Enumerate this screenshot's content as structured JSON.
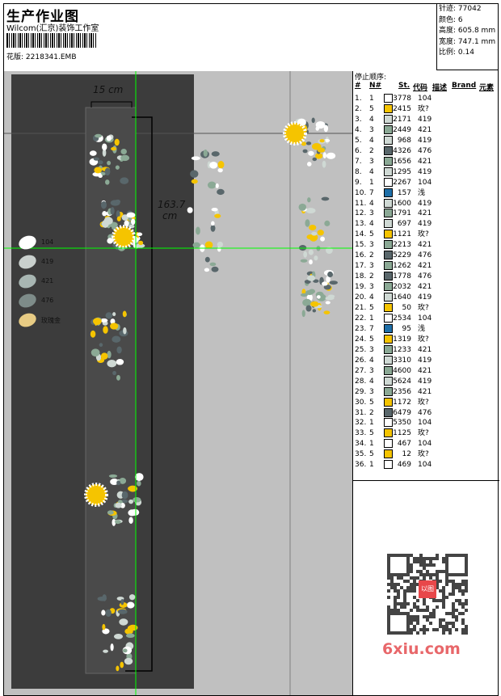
{
  "header": {
    "title": "生产作业图",
    "studio": "Wilcom(汇京)装饰工作室",
    "pattern_label": "花版:",
    "pattern_file": "2218341.EMB"
  },
  "info": [
    {
      "label": "针迹:",
      "value": "77042"
    },
    {
      "label": "颜色:",
      "value": "6"
    },
    {
      "label": "高度:",
      "value": "605.8 mm"
    },
    {
      "label": "宽度:",
      "value": "747.1 mm"
    },
    {
      "label": "比例:",
      "value": "0.14"
    }
  ],
  "stop_sequence": {
    "title": "停止顺序:",
    "columns": [
      "#",
      "N#",
      "St.",
      "代码",
      "描述",
      "Brand",
      "元素"
    ],
    "rows": [
      [
        "1.",
        "1",
        "#ffffff",
        "3778",
        "104"
      ],
      [
        "2.",
        "5",
        "#f5c400",
        "2415",
        "玫?"
      ],
      [
        "3.",
        "4",
        "#cfd9d4",
        "2171",
        "419"
      ],
      [
        "4.",
        "3",
        "#8ba995",
        "2449",
        "421"
      ],
      [
        "5.",
        "4",
        "#cfd9d4",
        "968",
        "419"
      ],
      [
        "6.",
        "2",
        "#59676b",
        "4326",
        "476"
      ],
      [
        "7.",
        "3",
        "#8ba995",
        "1656",
        "421"
      ],
      [
        "8.",
        "4",
        "#cfd9d4",
        "1295",
        "419"
      ],
      [
        "9.",
        "1",
        "#ffffff",
        "2267",
        "104"
      ],
      [
        "10.",
        "7",
        "#1e6fa8",
        "157",
        "浅"
      ],
      [
        "11.",
        "4",
        "#cfd9d4",
        "1600",
        "419"
      ],
      [
        "12.",
        "3",
        "#8ba995",
        "1791",
        "421"
      ],
      [
        "13.",
        "4",
        "#cfd9d4",
        "697",
        "419"
      ],
      [
        "14.",
        "5",
        "#f5c400",
        "1121",
        "玫?"
      ],
      [
        "15.",
        "3",
        "#8ba995",
        "2213",
        "421"
      ],
      [
        "16.",
        "2",
        "#59676b",
        "5229",
        "476"
      ],
      [
        "17.",
        "3",
        "#8ba995",
        "1262",
        "421"
      ],
      [
        "18.",
        "2",
        "#59676b",
        "1778",
        "476"
      ],
      [
        "19.",
        "3",
        "#8ba995",
        "2032",
        "421"
      ],
      [
        "20.",
        "4",
        "#cfd9d4",
        "1640",
        "419"
      ],
      [
        "21.",
        "5",
        "#f5c400",
        "50",
        "玫?"
      ],
      [
        "22.",
        "1",
        "#ffffff",
        "2534",
        "104"
      ],
      [
        "23.",
        "7",
        "#1e6fa8",
        "95",
        "浅"
      ],
      [
        "24.",
        "5",
        "#f5c400",
        "1319",
        "玫?"
      ],
      [
        "25.",
        "3",
        "#8ba995",
        "1233",
        "421"
      ],
      [
        "26.",
        "4",
        "#cfd9d4",
        "3310",
        "419"
      ],
      [
        "27.",
        "3",
        "#8ba995",
        "4600",
        "421"
      ],
      [
        "28.",
        "4",
        "#cfd9d4",
        "5624",
        "419"
      ],
      [
        "29.",
        "3",
        "#8ba995",
        "2356",
        "421"
      ],
      [
        "30.",
        "5",
        "#f5c400",
        "1172",
        "玫?"
      ],
      [
        "31.",
        "2",
        "#59676b",
        "6479",
        "476"
      ],
      [
        "32.",
        "1",
        "#ffffff",
        "5350",
        "104"
      ],
      [
        "33.",
        "5",
        "#f5c400",
        "1125",
        "玫?"
      ],
      [
        "34.",
        "1",
        "#ffffff",
        "467",
        "104"
      ],
      [
        "35.",
        "5",
        "#f5c400",
        "12",
        "玫?"
      ],
      [
        "36.",
        "1",
        "#ffffff",
        "469",
        "104"
      ]
    ]
  },
  "legend": [
    {
      "label": "104",
      "color": "#ffffff"
    },
    {
      "label": "419",
      "color": "#c9d0cd"
    },
    {
      "label": "421",
      "color": "#a8b6b2"
    },
    {
      "label": "476",
      "color": "#7e8c89"
    },
    {
      "label": "玫瑰金",
      "color": "#e8cc84"
    }
  ],
  "annotations": {
    "width": "15 cm",
    "height_num": "163.7",
    "height_unit": "cm"
  },
  "watermark": {
    "site": "6xiu.com",
    "seal": "以图"
  },
  "colors": {
    "crosshair": "#00ff00",
    "panel": "#3c3c3c",
    "canvas": "#c0c0c0"
  }
}
